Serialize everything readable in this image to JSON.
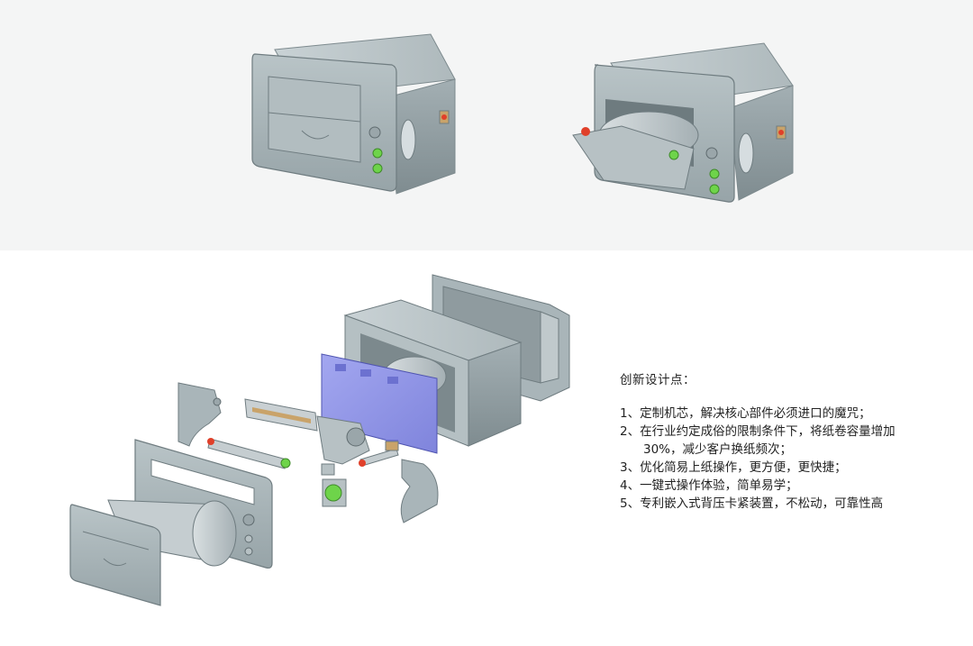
{
  "notes": {
    "heading": "创新设计点：",
    "items": [
      "1、定制机芯，解决核心部件必须进口的魔咒；",
      "2、在行业约定成俗的限制条件下，将纸卷容量增加",
      "30%，减少客户换纸频次；",
      "3、优化简易上纸操作，更方便，更快捷；",
      "4、一键式操作体验，简单易学；",
      "5、专利嵌入式背压卡紧装置，不松动，可靠性高"
    ]
  },
  "colors": {
    "body": "#a9b5b9",
    "body_dark": "#8b989d",
    "body_light": "#c8d1d4",
    "board": "#8f93e6",
    "led": "#6ed44a",
    "accent_red": "#e0402a"
  },
  "views": [
    "printer-closed",
    "printer-open",
    "exploded-view"
  ]
}
